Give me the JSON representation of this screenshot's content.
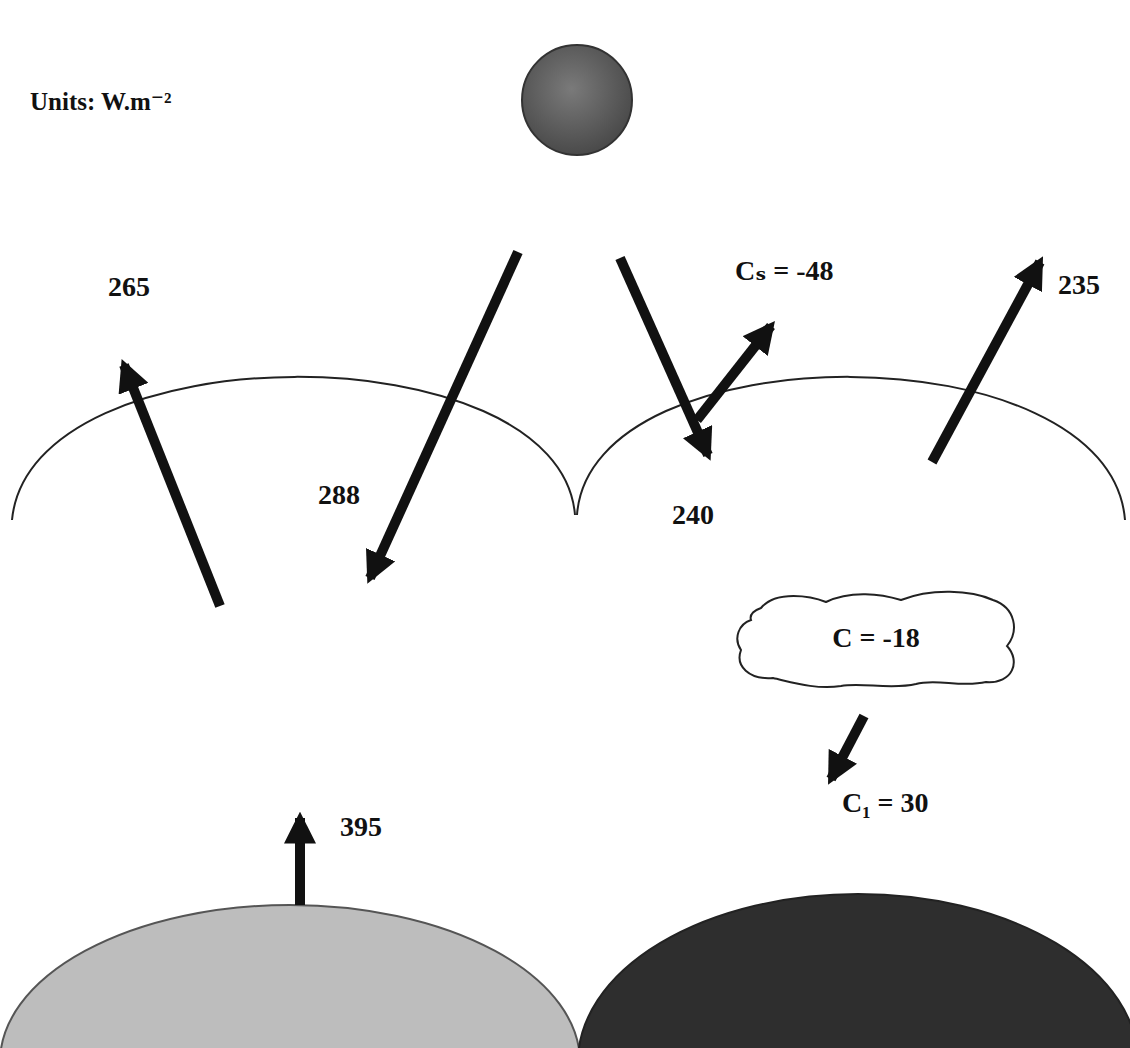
{
  "diagram": {
    "nodes": [
      {
        "text": [
          "C = -18"
        ]
      }
    ],
    "labels": [
      "Units: W.m⁻²",
      "265",
      "288",
      "240",
      "Cₛ = -48",
      "235",
      "C₁ = 30",
      "395"
    ]
  }
}
